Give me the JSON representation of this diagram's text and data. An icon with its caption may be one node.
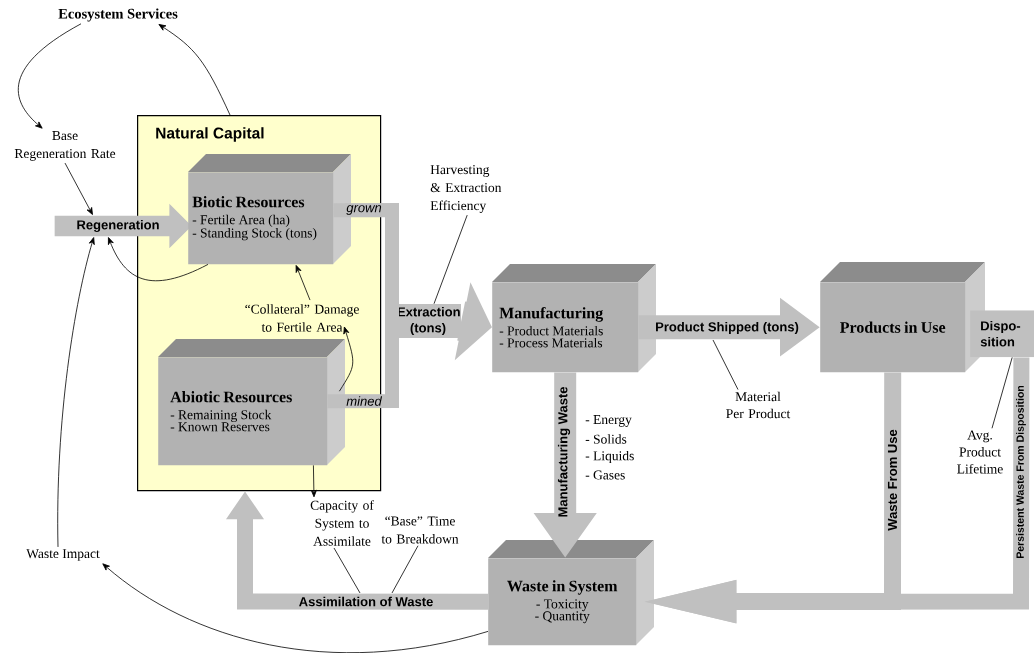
{
  "diagram": {
    "nodes": [
      {
        "text": [
          "Ecosystem Services"
        ]
      },
      {
        "text": [
          "Base Regeneration Rate"
        ]
      },
      {
        "text": [
          "Regeneration"
        ]
      },
      {
        "text": [
          "Natural Capital"
        ]
      },
      {
        "text": [
          "Biotic Resources",
          "- Fertile Area (ha)",
          "- Standing Stock (tons)"
        ],
        "in": 3
      },
      {
        "text": [
          "“Collateral” Damage to Fertile Area"
        ],
        "in": 3
      },
      {
        "text": [
          "Abiotic Resources",
          "- Remaining Stock",
          "- Known Reserves"
        ],
        "in": 3
      },
      {
        "text": [
          "Harvesting & Extraction Efficiency"
        ]
      },
      {
        "text": [
          "Manufacturing",
          "- Product Materials",
          "- Process Materials"
        ]
      },
      {
        "text": [
          "Products in Use"
        ]
      },
      {
        "text": [
          "Dispo- sition"
        ]
      },
      {
        "text": [
          "Material Per Product"
        ]
      },
      {
        "text": [
          "Avg. Product Lifetime"
        ]
      },
      {
        "text": [
          "Capacity of System to Assimilate"
        ]
      },
      {
        "text": [
          "“Base” Time to Breakdown"
        ]
      },
      {
        "text": [
          "Waste Impact"
        ]
      },
      {
        "text": [
          "Waste in System",
          "- Toxicity",
          "- Quantity"
        ]
      },
      {
        "text": [
          "Extraction (tons)"
        ]
      }
    ],
    "edges": [
      {
        "from": 0,
        "to": 1,
        "arrow": "to"
      },
      {
        "from": 3,
        "to": 0,
        "arrow": "to"
      },
      {
        "from": 1,
        "to": 2,
        "arrow": "to"
      },
      {
        "from": 4,
        "to": 2,
        "arrow": "to"
      },
      {
        "from": 15,
        "to": 2,
        "arrow": "to"
      },
      {
        "from": 5,
        "to": 4,
        "arrow": "to"
      },
      {
        "from": 6,
        "to": 5,
        "arrow": "to"
      },
      {
        "from": 4,
        "to": 17,
        "arrow": "none",
        "label": "grown",
        "style": "thick",
        "color": "#c0c0c0"
      },
      {
        "from": 6,
        "to": 17,
        "arrow": "none",
        "label": "mined",
        "style": "thick",
        "color": "#c0c0c0"
      },
      {
        "from": 7,
        "to": 17,
        "arrow": "none"
      },
      {
        "from": 8,
        "to": 9,
        "arrow": "to",
        "label": "Product Shipped (tons)",
        "style": "thick",
        "color": "#c0c0c0"
      },
      {
        "from": 11,
        "to": null,
        "arrow": "none"
      },
      {
        "from": 8,
        "to": 16,
        "arrow": "to",
        "label": "Manufacturing Waste",
        "style": "thick",
        "color": "#c0c0c0"
      },
      {
        "from": 9,
        "to": 16,
        "arrow": "to",
        "label": "Waste From Use",
        "style": "thick",
        "color": "#c0c0c0"
      },
      {
        "from": 10,
        "to": 16,
        "arrow": "to",
        "label": "Persistent Waste From Disposition",
        "style": "thick",
        "color": "#c0c0c0"
      },
      {
        "from": 12,
        "to": 10,
        "arrow": "none"
      },
      {
        "from": 16,
        "to": 3,
        "arrow": "to",
        "label": "Assimilation of Waste",
        "style": "thick",
        "color": "#c0c0c0"
      },
      {
        "from": 6,
        "to": 13,
        "arrow": "to"
      },
      {
        "from": 13,
        "to": null,
        "arrow": "none"
      },
      {
        "from": 14,
        "to": null,
        "arrow": "none"
      },
      {
        "from": 16,
        "to": 15,
        "arrow": "to"
      },
      {
        "from": 17,
        "to": 8,
        "arrow": "to",
        "style": "thick",
        "color": "#c0c0c0"
      }
    ],
    "labels": [
      "- Energy",
      "- Solids",
      "- Liquids",
      "- Gases"
    ]
  }
}
